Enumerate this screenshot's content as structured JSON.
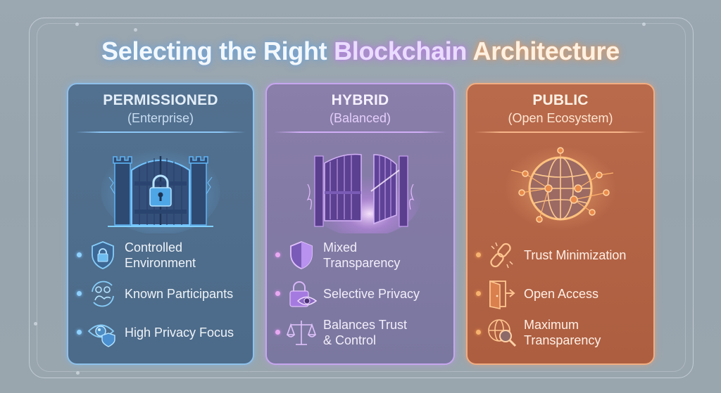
{
  "title": {
    "part1": "Selecting the Right ",
    "part2": "Blockchain ",
    "part3": "Architecture"
  },
  "colors": {
    "background": "#9ba7b1",
    "permissioned": "#4f6d8c",
    "hybrid": "#8279a5",
    "public": "#b3644a",
    "permissioned_accent": "#8fc0ea",
    "hybrid_accent": "#c6a6ee",
    "public_accent": "#f1ae82"
  },
  "cards": [
    {
      "title": "PERMISSIONED",
      "subtitle": "(Enterprise)",
      "illustration": "locked-fortress-gate-icon",
      "features": [
        {
          "icon": "shield-lock-icon",
          "line1": "Controlled",
          "line2": "Environment"
        },
        {
          "icon": "handshake-participants-icon",
          "line1": "Known Participants",
          "line2": ""
        },
        {
          "icon": "eye-shield-icon",
          "line1": "High Privacy Focus",
          "line2": ""
        }
      ]
    },
    {
      "title": "HYBRID",
      "subtitle": "(Balanced)",
      "illustration": "half-open-gate-icon",
      "features": [
        {
          "icon": "half-shield-icon",
          "line1": "Mixed",
          "line2": "Transparency"
        },
        {
          "icon": "lock-eye-icon",
          "line1": "Selective Privacy",
          "line2": ""
        },
        {
          "icon": "balance-scale-icon",
          "line1": "Balances Trust",
          "line2": "& Control"
        }
      ]
    },
    {
      "title": "PUBLIC",
      "subtitle": "(Open Ecosystem)",
      "illustration": "network-globe-icon",
      "features": [
        {
          "icon": "broken-chain-icon",
          "line1": "Trust Minimization",
          "line2": ""
        },
        {
          "icon": "open-door-icon",
          "line1": "Open Access",
          "line2": ""
        },
        {
          "icon": "globe-magnifier-icon",
          "line1": "Maximum",
          "line2": "Transparency"
        }
      ]
    }
  ]
}
